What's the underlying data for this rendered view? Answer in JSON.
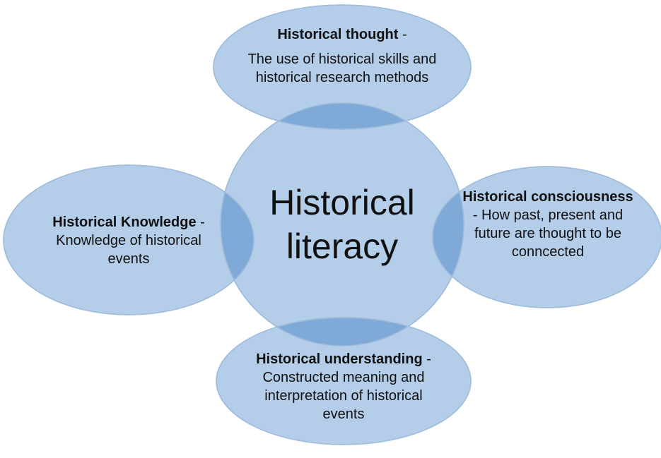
{
  "colors": {
    "fill": "#b4cde8",
    "stroke": "#9fbcdc",
    "overlap": "#7fa9d6",
    "text": "#111111"
  },
  "center": {
    "line1": "Historical",
    "line2": "literacy"
  },
  "nodes": {
    "thought": {
      "title": "Historical thought",
      "dash": " -",
      "body": "The use of historical skills and historical research methods"
    },
    "knowledge": {
      "title": "Historical Knowledge",
      "dash": " -",
      "body": "Knowledge of historical events"
    },
    "consciousness": {
      "title": "Historical consciousness",
      "body": " - How past, present and future are thought to be conncected"
    },
    "understanding": {
      "title": "Historical understanding",
      "body": "- Constructed meaning and interpretation of historical events"
    }
  }
}
